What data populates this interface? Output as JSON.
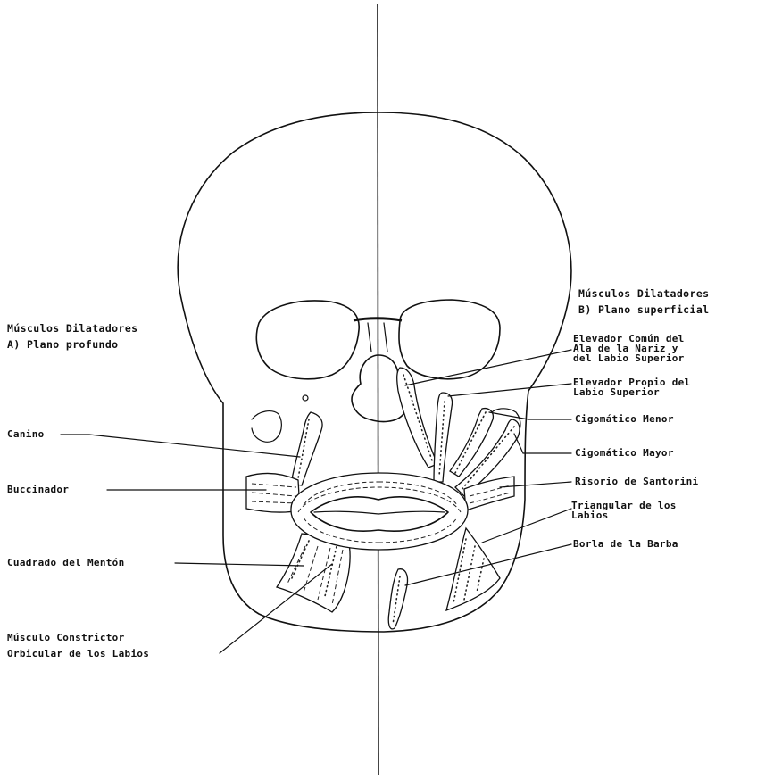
{
  "left_header": {
    "line1": "Músculos Dilatadores",
    "line2": "A) Plano profundo"
  },
  "right_header": {
    "line1": "Músculos Dilatadores",
    "line2": "B) Plano superficial"
  },
  "left_labels": {
    "canino": "Canino",
    "buccinador": "Buccinador",
    "cuadrado": "Cuadrado del Mentón",
    "constrictor_line1": "Músculo Constrictor",
    "constrictor_line2": "Orbicular de los Labios"
  },
  "right_labels": {
    "elevador_comun_line1": "Elevador Común del",
    "elevador_comun_line2": "Ala de la Nariz y",
    "elevador_comun_line3": "del Labio Superior",
    "elevador_propio_line1": "Elevador Propio del",
    "elevador_propio_line2": "Labio Superior",
    "cigomatico_menor": "Cigomático Menor",
    "cigomatico_mayor": "Cigomático Mayor",
    "risorio": "Risorio de Santorini",
    "triangular_line1": "Triangular de los",
    "triangular_line2": "Labios",
    "borla": "Borla de la Barba"
  }
}
